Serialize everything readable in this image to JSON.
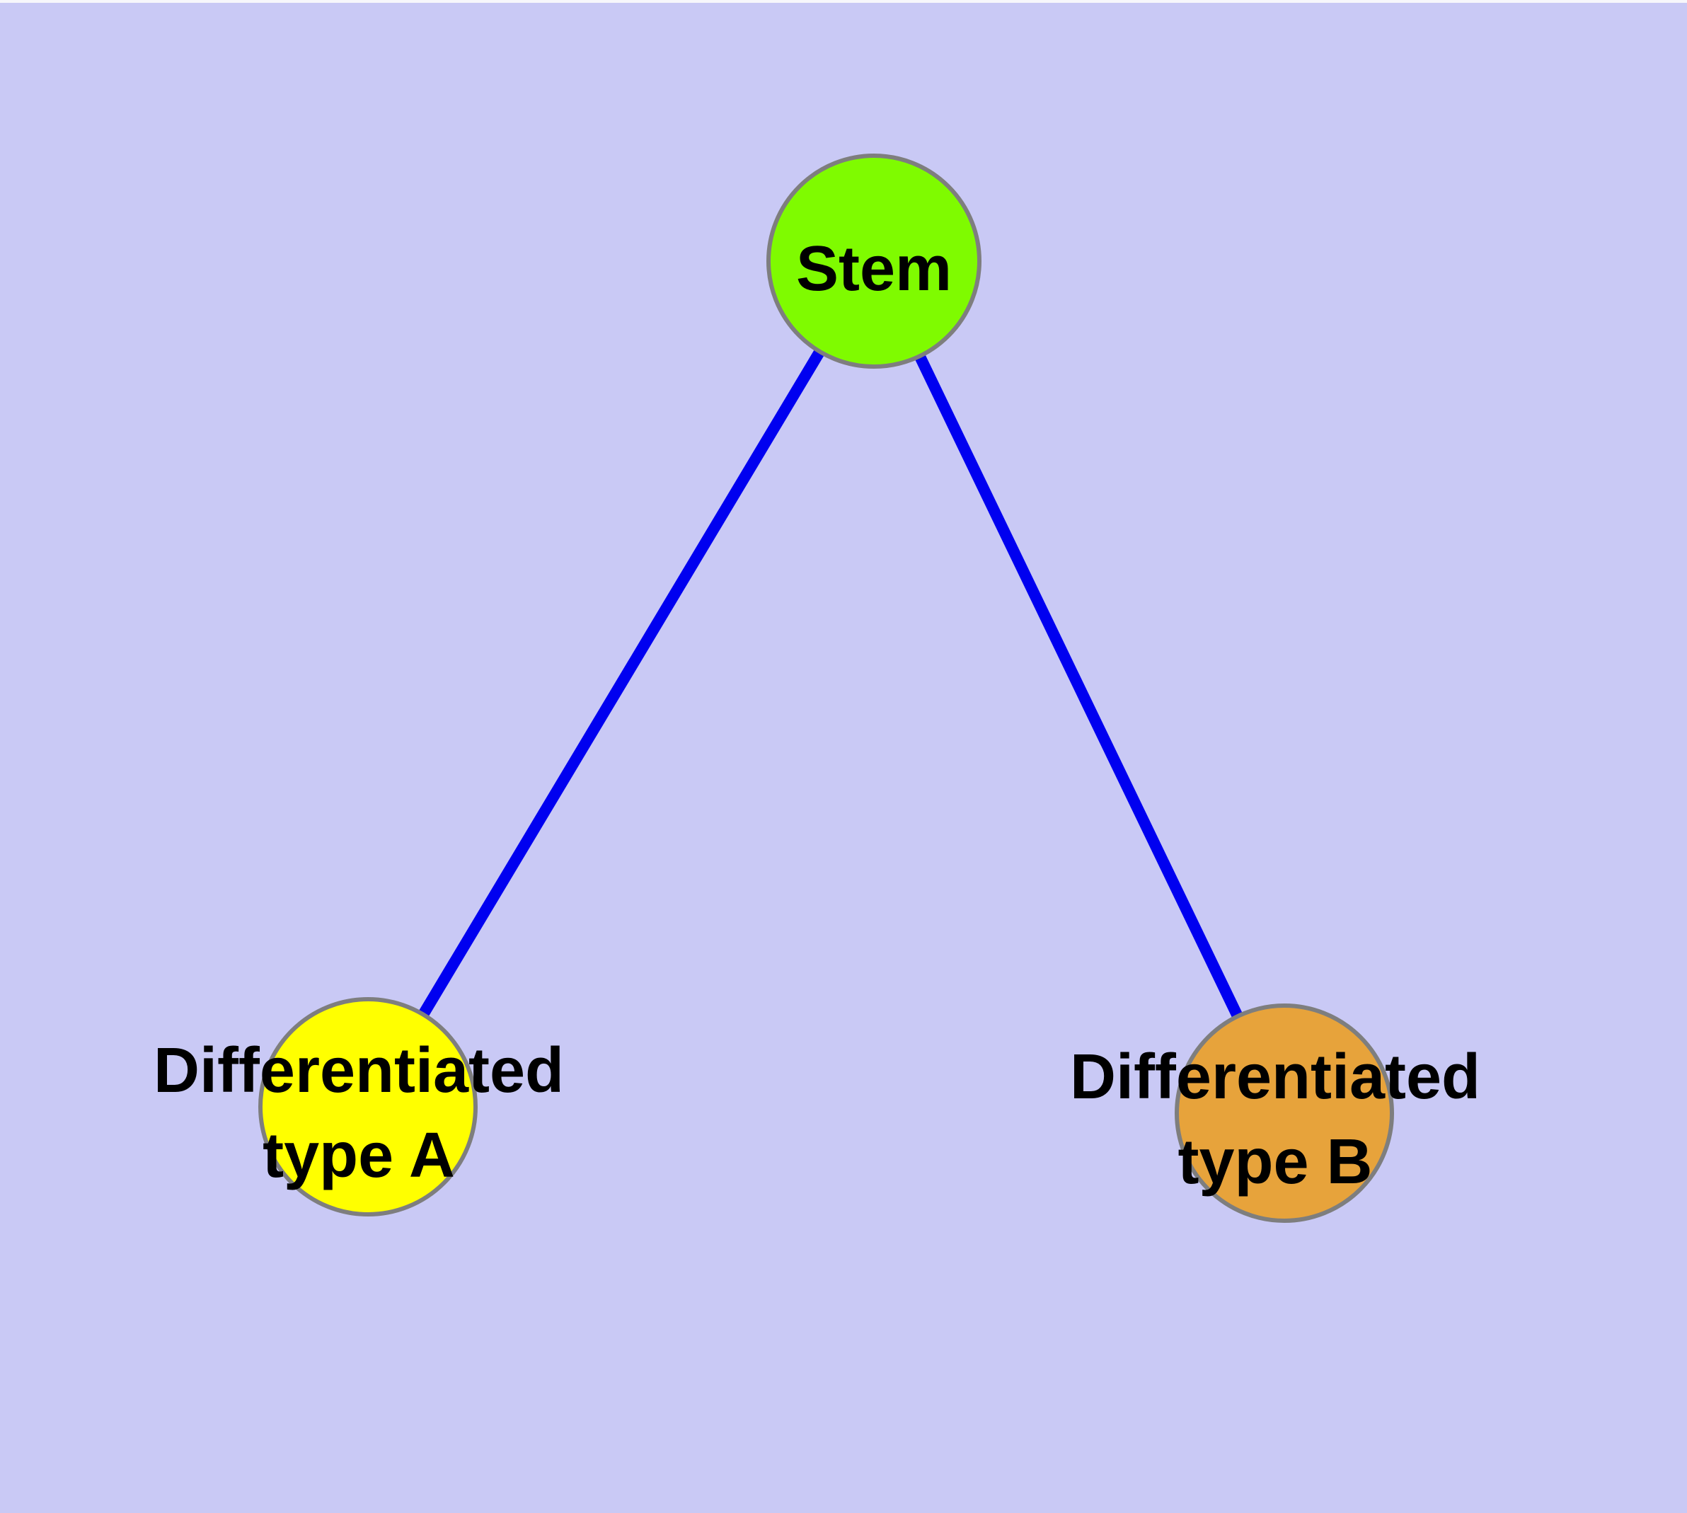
{
  "canvas": {
    "background_color": "#C9C9F5",
    "top_strip_color": "#F7F7FB"
  },
  "graph": {
    "edge_color": "#0000F0",
    "node_border_color": "#7E7E7E",
    "label_color": "#000000",
    "nodes": [
      {
        "id": "stem",
        "label": "Stem",
        "lines": [
          "Stem"
        ],
        "fill": "#7FFB00"
      },
      {
        "id": "differentiated-type-a",
        "label": "Differentiated type A",
        "lines": [
          "Differentiated",
          "type A"
        ],
        "fill": "#FFFF00"
      },
      {
        "id": "differentiated-type-b",
        "label": "Differentiated type B",
        "lines": [
          "Differentiated",
          "type B"
        ],
        "fill": "#E7A33B"
      }
    ],
    "edges": [
      {
        "from": "Stem",
        "to": "Differentiated type A"
      },
      {
        "from": "Stem",
        "to": "Differentiated type B"
      }
    ]
  }
}
